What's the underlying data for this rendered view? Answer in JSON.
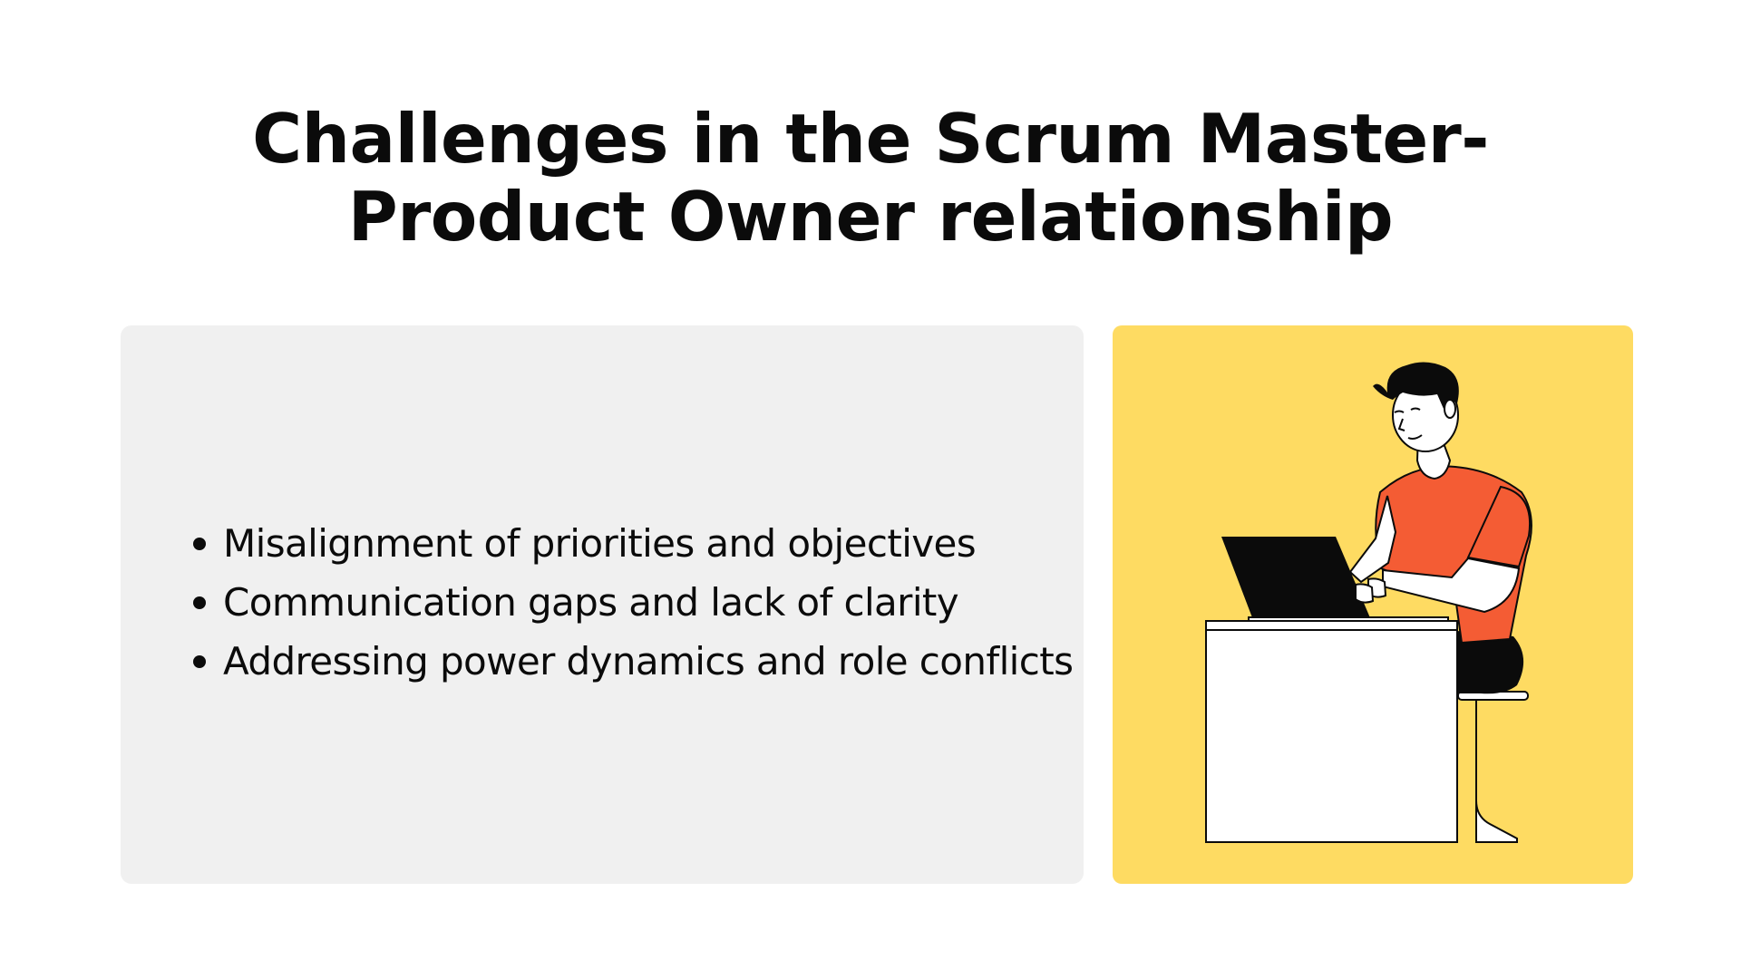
{
  "title": {
    "line1": "Challenges in the Scrum Master-",
    "line2": "Product Owner relationship"
  },
  "bullets": [
    "Misalignment of priorities and objectives",
    "Communication gaps and lack of clarity",
    "Addressing power dynamics and role conflicts"
  ],
  "illustration": {
    "icon": "person-typing-on-laptop-illustration",
    "panel_color": "#fedb62",
    "shirt_color": "#f45c34"
  }
}
